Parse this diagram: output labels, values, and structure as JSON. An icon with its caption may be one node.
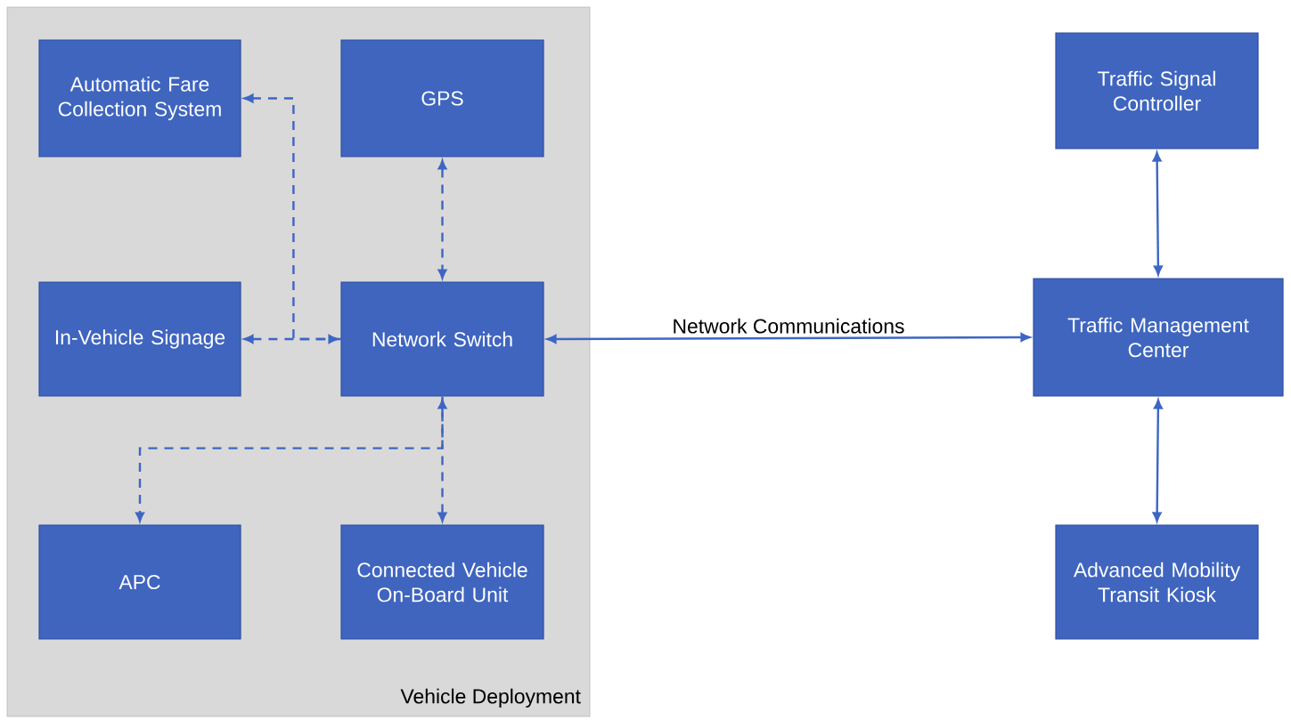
{
  "diagram": {
    "nodes": [
      {
        "text": [
          "Vehicle Deployment"
        ]
      },
      {
        "text": [
          "Automatic Fare Collection System"
        ],
        "in": 0
      },
      {
        "text": [
          "GPS"
        ],
        "in": 0
      },
      {
        "text": [
          "In-Vehicle Signage"
        ],
        "in": 0
      },
      {
        "text": [
          "Network Switch"
        ],
        "in": 0
      },
      {
        "text": [
          "APC"
        ],
        "in": 0
      },
      {
        "text": [
          "Connected Vehicle On-Board Unit"
        ],
        "in": 0
      },
      {
        "text": [
          "Traffic Signal Controller"
        ]
      },
      {
        "text": [
          "Traffic Management Center"
        ]
      },
      {
        "text": [
          "Advanced Mobility Transit Kiosk"
        ]
      }
    ],
    "edges": [
      {
        "from": 4,
        "to": 1,
        "arrow": "to",
        "style": "dashed"
      },
      {
        "from": 2,
        "to": 4,
        "arrow": "both",
        "style": "dashed"
      },
      {
        "from": 3,
        "to": 4,
        "arrow": "both",
        "style": "dashed"
      },
      {
        "from": 4,
        "to": 8,
        "arrow": "both",
        "label": "Network Communications"
      },
      {
        "from": 4,
        "to": 5,
        "arrow": "to",
        "style": "dashed"
      },
      {
        "from": 4,
        "to": 6,
        "arrow": "both",
        "style": "dashed"
      },
      {
        "from": 7,
        "to": 8,
        "arrow": "both"
      },
      {
        "from": 8,
        "to": 9,
        "arrow": "both"
      }
    ]
  }
}
